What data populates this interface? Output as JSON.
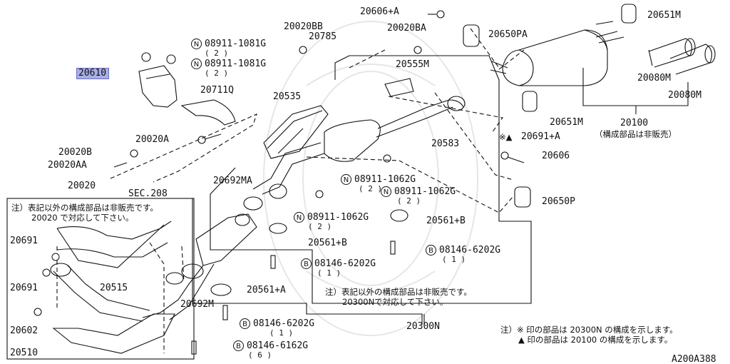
{
  "parts": [
    {
      "id": "p20606a",
      "text": "20606+A"
    },
    {
      "id": "p20651m_top",
      "text": "20651M"
    },
    {
      "id": "p20020bb",
      "text": "20020BB"
    },
    {
      "id": "p20785",
      "text": "20785"
    },
    {
      "id": "p20020ba",
      "text": "20020BA"
    },
    {
      "id": "p20650pa",
      "text": "20650PA"
    },
    {
      "id": "p20555m",
      "text": "20555M"
    },
    {
      "id": "p20610",
      "text": "20610",
      "highlight": true
    },
    {
      "id": "p20711q",
      "text": "20711Q"
    },
    {
      "id": "p20535",
      "text": "20535"
    },
    {
      "id": "p20080m_a",
      "text": "20080M"
    },
    {
      "id": "p20080m_b",
      "text": "20080M"
    },
    {
      "id": "p20651m_mid",
      "text": "20651M"
    },
    {
      "id": "p20100",
      "text": "20100"
    },
    {
      "id": "p20020a",
      "text": "20020A"
    },
    {
      "id": "p20691a",
      "text": "20691+A"
    },
    {
      "id": "p20583",
      "text": "20583"
    },
    {
      "id": "p20020b",
      "text": "20020B"
    },
    {
      "id": "p20606",
      "text": "20606"
    },
    {
      "id": "p20020aa",
      "text": "20020AA"
    },
    {
      "id": "p20020",
      "text": "20020"
    },
    {
      "id": "p20692ma",
      "text": "20692MA"
    },
    {
      "id": "sec208",
      "text": "SEC.208"
    },
    {
      "id": "p20650p",
      "text": "20650P"
    },
    {
      "id": "p20691_1",
      "text": "20691"
    },
    {
      "id": "p20561b_r",
      "text": "20561+B"
    },
    {
      "id": "p20561b_l",
      "text": "20561+B"
    },
    {
      "id": "p20515",
      "text": "20515"
    },
    {
      "id": "p20691_2",
      "text": "20691"
    },
    {
      "id": "p20561a",
      "text": "20561+A"
    },
    {
      "id": "p20692m",
      "text": "20692M"
    },
    {
      "id": "p20300n",
      "text": "20300N"
    },
    {
      "id": "p20602",
      "text": "20602"
    },
    {
      "id": "p20510",
      "text": "20510"
    },
    {
      "id": "footer_code",
      "text": "A200A388"
    }
  ],
  "hardware": [
    {
      "id": "n1",
      "symbol": "N",
      "number": "08911-1081G",
      "qty": "( 2 )"
    },
    {
      "id": "n2",
      "symbol": "N",
      "number": "08911-1081G",
      "qty": "( 2 )"
    },
    {
      "id": "n3",
      "symbol": "N",
      "number": "08911-1062G",
      "qty": "( 2 )"
    },
    {
      "id": "n4",
      "symbol": "N",
      "number": "08911-1062G",
      "qty": "( 2 )"
    },
    {
      "id": "n5",
      "symbol": "N",
      "number": "08911-1062G",
      "qty": "( 2 )"
    },
    {
      "id": "b1",
      "symbol": "B",
      "number": "08146-6202G",
      "qty": "( 1 )"
    },
    {
      "id": "b2",
      "symbol": "B",
      "number": "08146-6202G",
      "qty": "( 1 )"
    },
    {
      "id": "b3",
      "symbol": "B",
      "number": "08146-6202G",
      "qty": "( 1 )"
    },
    {
      "id": "b4",
      "symbol": "B",
      "number": "08146-6162G",
      "qty": "( 6 )"
    }
  ],
  "notes": {
    "p20100_sub": "（構成部品は非販売）",
    "left_note_1": "注）表記以外の構成部品は非販売です。",
    "left_note_2": "20020 で対応して下さい。",
    "mid_note_1": "注）表記以外の構成部品は非販売です。",
    "mid_note_2": "20300Nで対応して下さい。",
    "legend_1": "注）※ 印の部品は 20300N の構成を示します。",
    "legend_2": "▲ 印の部品は 20100 の構成を示します。",
    "mark_20691a": "※▲"
  },
  "colors": {
    "line": "#111111",
    "highlight": "#a9aee6"
  }
}
